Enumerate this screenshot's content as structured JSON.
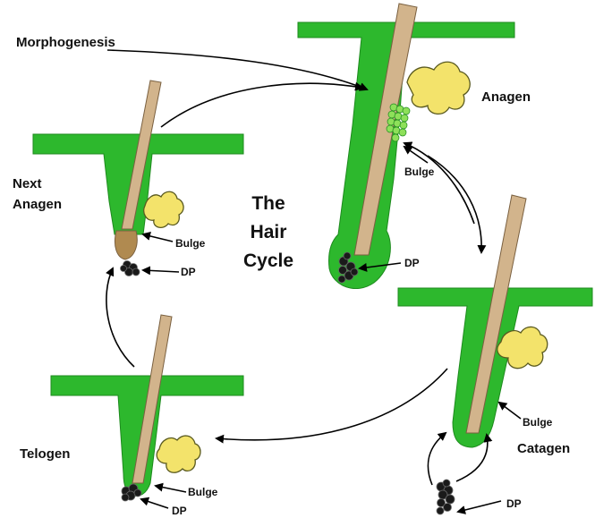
{
  "title": {
    "line1": "The",
    "line2": "Hair",
    "line3": "Cycle"
  },
  "labels": {
    "morphogenesis": "Morphogenesis",
    "anagen": "Anagen",
    "next_anagen_line1": "Next",
    "next_anagen_line2": "Anagen",
    "catagen": "Catagen",
    "telogen": "Telogen",
    "bulge": "Bulge",
    "dp": "DP"
  },
  "colors": {
    "skin": "#2db82d",
    "skin_edge": "#1e8a1e",
    "hair": "#d2b48c",
    "hair_edge": "#7a6040",
    "gland": "#f3e36b",
    "gland_edge": "#5a5a20",
    "bulge_cells": "#8ee05a",
    "dp": "#1a1a1a",
    "germ": "#b08a50"
  }
}
